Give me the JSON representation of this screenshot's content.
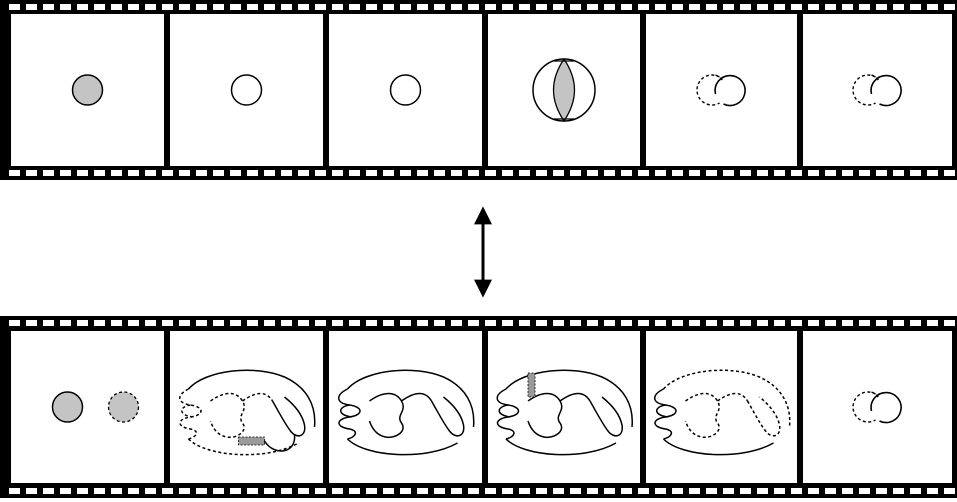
{
  "colors": {
    "ink": "#000000",
    "paper": "#ffffff",
    "shade": "#c4c4c4",
    "band_shade": "#9a9a9a"
  },
  "filmstrips": [
    {
      "id": "top-filmstrip",
      "frames": [
        {
          "content": "shaded-disk"
        },
        {
          "content": "circle"
        },
        {
          "content": "circle"
        },
        {
          "content": "circle-with-shaded-lens"
        },
        {
          "content": "hopf-link-dashed-left"
        },
        {
          "content": "hopf-link-dashed-left"
        }
      ]
    },
    {
      "id": "bottom-filmstrip",
      "frames": [
        {
          "content": "two-shaded-disks-one-dashed"
        },
        {
          "content": "twisted-surface-with-band"
        },
        {
          "content": "twisted-surface"
        },
        {
          "content": "twisted-surface-with-top-band"
        },
        {
          "content": "twisted-surface-partially-dashed"
        },
        {
          "content": "hopf-link-dashed-left"
        }
      ]
    }
  ],
  "connector": {
    "type": "double-headed-arrow",
    "icon": "up-down-arrow-icon"
  }
}
